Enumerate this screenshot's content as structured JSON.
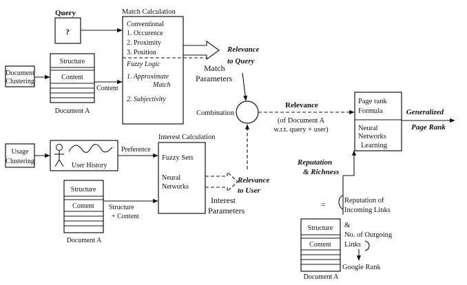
{
  "query": {
    "label": "Query",
    "symbol": "?"
  },
  "match_calc": {
    "title": "Match Calculation",
    "conventional": "Conventional",
    "occurence": "1. Occurence",
    "proximity": "2. Proximity",
    "position": "3. Position",
    "fuzzy_logic": "Fuzzy Logic",
    "approx_1": "1. Approximate",
    "approx_2": "Match",
    "subjectivity": "2. Subjectivity"
  },
  "relevance_query": {
    "line1": "Relevance",
    "line2": "to Query"
  },
  "match_params": {
    "line1": "Match",
    "line2": "Parameters"
  },
  "doc_clustering": {
    "line1": "Document",
    "line2": "Clustering"
  },
  "doc_top": {
    "structure": "Structure",
    "content": "Content",
    "caption": "Document A"
  },
  "content_arrow": "Content",
  "combination": "Combination",
  "relevance": {
    "title": "Relevance",
    "line1": "(of Document A",
    "line2": "w.r.t. query + user)"
  },
  "pagerank": {
    "line1": "Page rank",
    "line2": "Formula",
    "nn1": "Neural",
    "nn2": "Networks",
    "nn3": "Learning"
  },
  "generalized": {
    "line1": "Generalized",
    "line2": "Page Rank"
  },
  "usage_clustering": {
    "line1": "Usage",
    "line2": "Clustering"
  },
  "user_history": "User History",
  "preference": "Preference",
  "interest_calc": {
    "title": "Interest Calculation",
    "fuzzy": "Fuzzy  Sets",
    "neural1": "Neural",
    "neural2": "Networks"
  },
  "relevance_user": {
    "line1": "Relevance",
    "line2": "to User"
  },
  "interest_params": {
    "line1": "Interest",
    "line2": "Parameters"
  },
  "doc_mid": {
    "structure": "Structure",
    "content": "Content",
    "caption": "Document A"
  },
  "structure_content": {
    "line1": "Structure",
    "line2": "+ Content"
  },
  "reputation": {
    "line1": "Reputation",
    "line2": "& Richness"
  },
  "equals": "=",
  "incoming": {
    "line1": "Reputation of",
    "line2": "Incoming Links"
  },
  "ampersand": "&",
  "outgoing": {
    "line1": "No. of Outgoing",
    "line2": "Links"
  },
  "google_rank": "Google Rank",
  "doc_bottom": {
    "structure": "Structure",
    "content": "Content",
    "caption": "Document A"
  }
}
